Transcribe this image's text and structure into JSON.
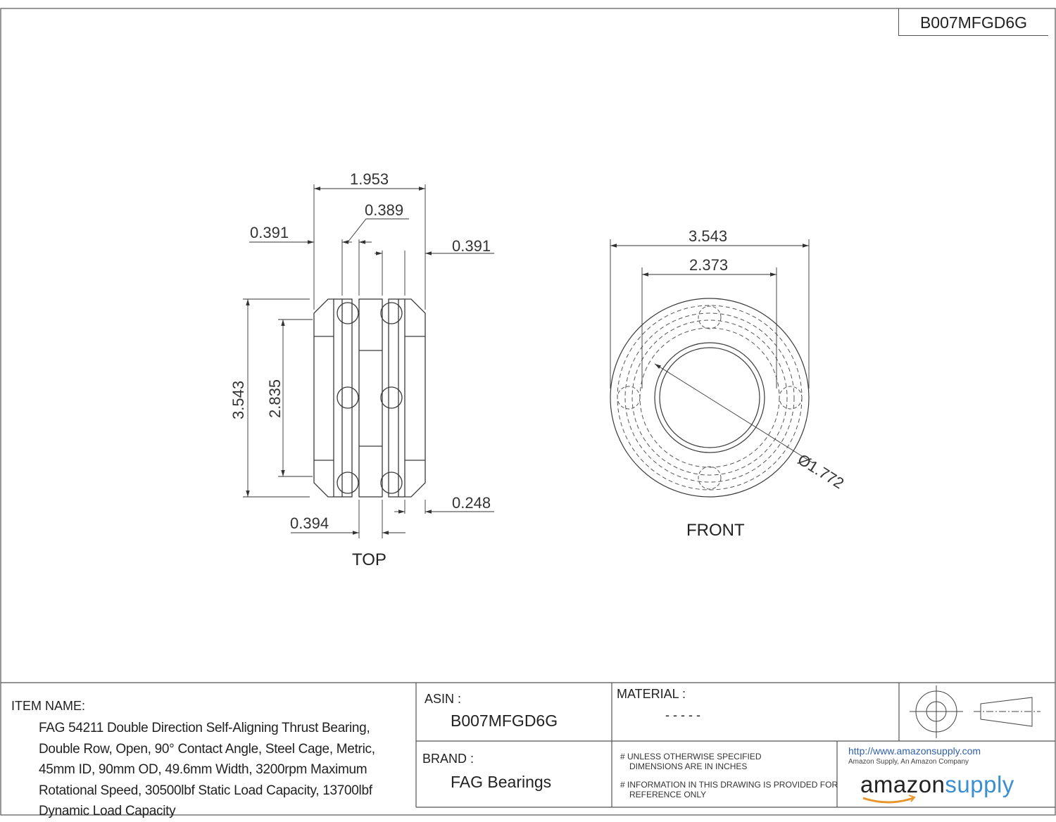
{
  "asin_header": "B007MFGD6G",
  "views": {
    "top": {
      "label": "TOP",
      "dims": {
        "overall_width": "1.953",
        "left_washer": "0.391",
        "center_gap": "0.389",
        "right_washer": "0.391",
        "height_outer": "3.543",
        "height_inner": "2.835",
        "center_washer": "0.394",
        "right_gap": "0.248"
      }
    },
    "front": {
      "label": "FRONT",
      "dims": {
        "outer_diameter": "3.543",
        "pitch_diameter": "2.373",
        "bore_diameter": "Ø1.772"
      }
    }
  },
  "title_block": {
    "item_name_label": "ITEM NAME:",
    "item_name_value": "FAG 54211 Double Direction Self-Aligning Thrust Bearing, Double Row, Open, 90° Contact Angle, Steel Cage, Metric, 45mm ID, 90mm OD, 49.6mm Width, 3200rpm Maximum Rotational Speed, 30500lbf Static Load Capacity, 13700lbf Dynamic Load Capacity",
    "asin_label": "ASIN :",
    "asin_value": "B007MFGD6G",
    "brand_label": "BRAND :",
    "brand_value": "FAG Bearings",
    "material_label": "MATERIAL :",
    "material_value": "- - - - -",
    "note1_line1": "# UNLESS OTHERWISE SPECIFIED",
    "note1_line2": "DIMENSIONS ARE IN INCHES",
    "note2_line1": "# INFORMATION IN THIS DRAWING IS PROVIDED FOR",
    "note2_line2": "REFERENCE ONLY",
    "url": "http://www.amazonsupply.com",
    "tagline": "Amazon Supply, An Amazon Company",
    "logo_part1": "amazon",
    "logo_part2": "supply"
  },
  "colors": {
    "line": "#3a3a3a",
    "hidden_line": "#555555",
    "logo_blue": "#3a8fd0",
    "url_blue": "#2f5fa8"
  }
}
